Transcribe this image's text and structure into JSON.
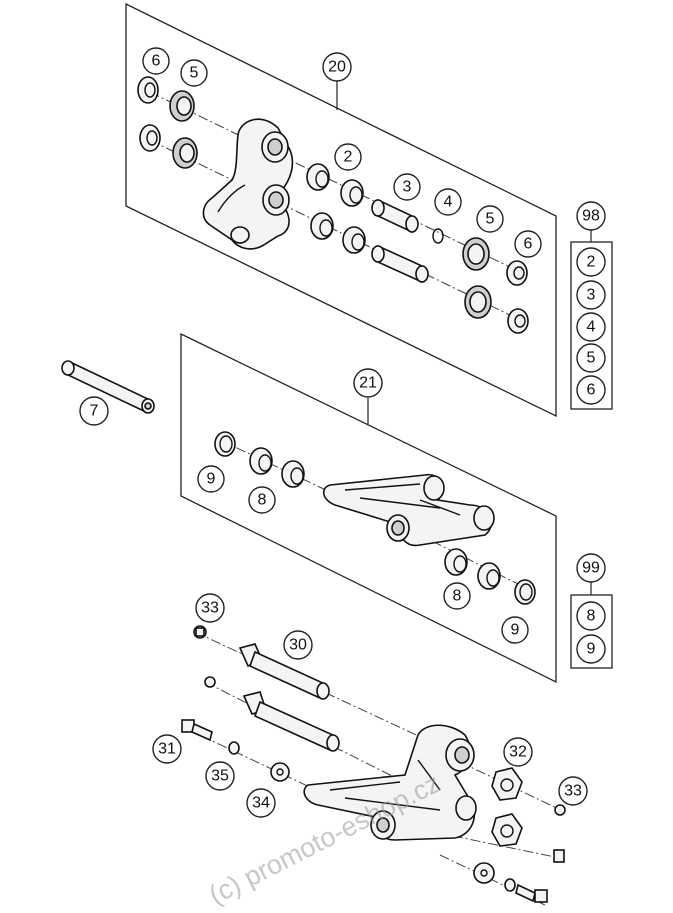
{
  "callouts": {
    "c6a": "6",
    "c5a": "5",
    "c20": "20",
    "c2": "2",
    "c3": "3",
    "c4": "4",
    "c5b": "5",
    "c6b": "6",
    "c7": "7",
    "c21": "21",
    "c9a": "9",
    "c8a": "8",
    "c8b": "8",
    "c9b": "9",
    "c33a": "33",
    "c30": "30",
    "c31": "31",
    "c35": "35",
    "c34": "34",
    "c32": "32",
    "c33b": "33"
  },
  "kit98": {
    "label": "98",
    "items": [
      "2",
      "3",
      "4",
      "5",
      "6"
    ]
  },
  "kit99": {
    "label": "99",
    "items": [
      "8",
      "9"
    ]
  },
  "watermark": "(c) promoto-eshop.cz"
}
